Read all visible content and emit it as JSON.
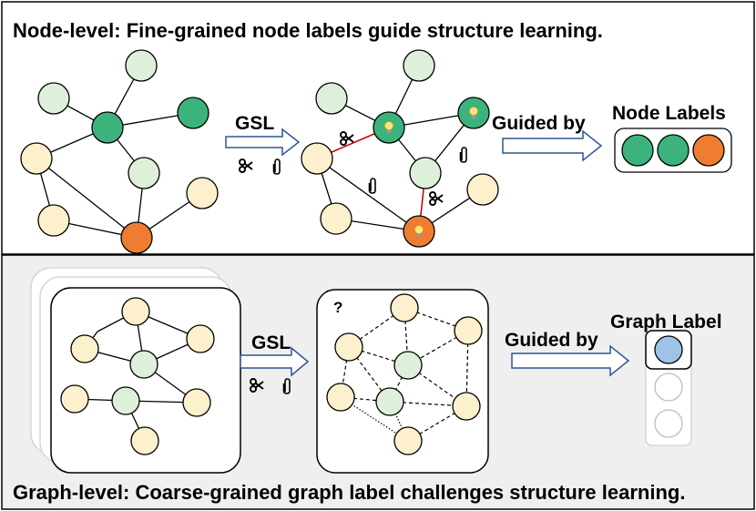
{
  "top_panel": {
    "caption": "Node-level: Fine-grained node labels guide structure learning.",
    "arrow_label": "GSL",
    "guided_label": "Guided by",
    "legend_title": "Node Labels",
    "colors": {
      "light_green": "#dff0da",
      "yellow": "#fdf0cc",
      "teal": "#3cb37c",
      "orange": "#ee7d31",
      "removed_edge": "#c00000"
    }
  },
  "bottom_panel": {
    "caption": "Graph-level: Coarse-grained graph label challenges structure learning.",
    "arrow_label": "GSL",
    "guided_label": "Guided by",
    "legend_title": "Graph Label",
    "unknown_mark": "?",
    "colors": {
      "background": "#efefef",
      "selected": "#9dc3e6"
    }
  },
  "icons": [
    "scissors-icon",
    "paperclip-icon",
    "lightbulb-icon",
    "arrow-right-icon"
  ]
}
